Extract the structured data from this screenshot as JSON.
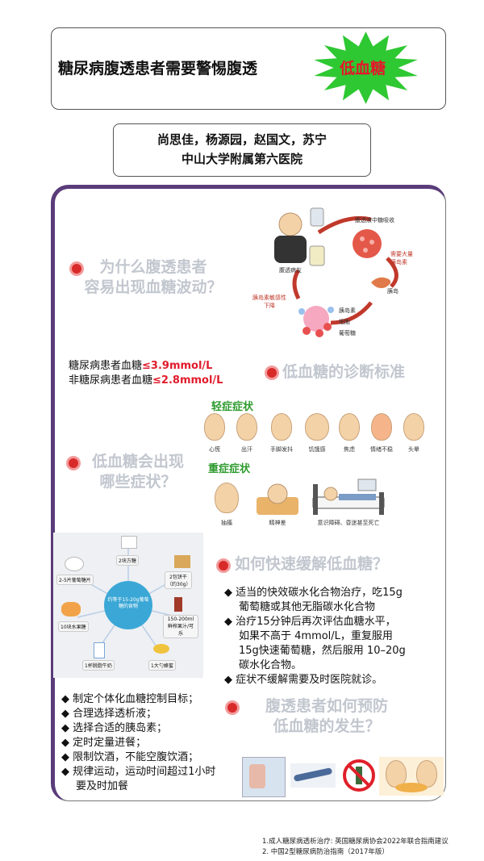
{
  "header": {
    "title": "糖尿病腹透患者需要警惕腹透",
    "highlight": "低血糖",
    "highlight_color": "#e8142b",
    "burst_color": "#2ec832"
  },
  "authors": {
    "names": "尚思佳，杨源园，赵国文，苏宁",
    "affiliation": "中山大学附属第六医院"
  },
  "section_why": {
    "heading_line1": "为什么腹透患者",
    "heading_line2": "容易出现血糖波动？",
    "diagram": {
      "patient": "腹透病友",
      "absorb": "腹透液中糖吸收",
      "insulin_need": "需要大量胰岛素",
      "pancreas": "胰岛",
      "insulin": "胰岛素",
      "cell": "细胞",
      "glucose": "葡萄糖",
      "sensitivity": "胰岛素敏感性下降"
    }
  },
  "section_criteria": {
    "heading": "低血糖的诊断标准",
    "line1_prefix": "糖尿病患者血糖",
    "line1_value": "≤3.9mmol/L",
    "line2_prefix": "非糖尿病患者血糖",
    "line2_value": "≤2.8mmol/L"
  },
  "section_symptoms": {
    "heading_line1": "低血糖会出现",
    "heading_line2": "哪些症状？",
    "mild_label": "轻症症状",
    "mild": [
      "心慌",
      "出汗",
      "手脚发抖",
      "饥饿感",
      "焦虑",
      "情绪不稳",
      "头晕"
    ],
    "severe_label": "重症症状",
    "severe": [
      "抽搐",
      "精神差",
      "意识障碍、昏迷甚至死亡"
    ]
  },
  "section_relief": {
    "heading": "如何快速缓解低血糖？",
    "center_food": "约等于15-20g葡萄糖的食物",
    "foods": [
      "2块方糖",
      "2-5片葡萄糖片",
      "2包饼干（约30g）",
      "150-200ml鲜榨果汁/可乐",
      "10块水果糖",
      "1杯脱脂牛奶",
      "1大勺蜂蜜"
    ],
    "bullets": [
      [
        "适当的快效碳水化合物治疗，吃15g",
        "葡萄糖或其他无脂碳水化合物"
      ],
      [
        "治疗15分钟后再次评估血糖水平，",
        "如果不高于 4mmol/L，重复服用",
        "15g快速葡萄糖，然后服用 10–20g",
        "碳水化合物。"
      ],
      [
        "症状不缓解需要及时医院就诊。"
      ]
    ]
  },
  "section_prevent": {
    "heading_line1": "腹透患者如何预防",
    "heading_line2": "低血糖的发生？",
    "bullets": [
      [
        "制定个体化血糖控制目标；"
      ],
      [
        "合理选择透析液；"
      ],
      [
        "选择合适的胰岛素；"
      ],
      [
        "定时定量进餐；"
      ],
      [
        "限制饮酒，不能空腹饮酒；"
      ],
      [
        "规律运动，运动时间超过1小时",
        "要及时加餐"
      ]
    ]
  },
  "references": [
    "1.成人糖尿病透析治疗: 英国糖尿病协会2022年联合指南建议",
    "2. 中国2型糖尿病防治指南（2017年版）"
  ]
}
